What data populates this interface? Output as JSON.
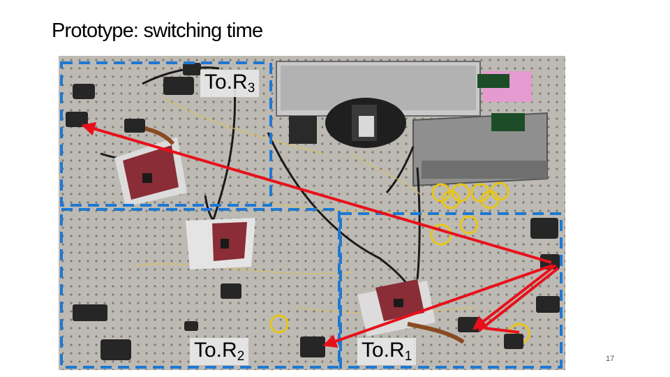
{
  "slide": {
    "title": "Prototype: switching time",
    "page_number": "17"
  },
  "labels": {
    "tor3": {
      "base": "To.R",
      "sub": "3"
    },
    "tor2": {
      "base": "To.R",
      "sub": "2"
    },
    "tor1": {
      "base": "To.R",
      "sub": "1"
    }
  },
  "colors": {
    "region_border": "#1e78d2",
    "arrow": "#e8101a",
    "table_surface": "#bdbab4"
  }
}
